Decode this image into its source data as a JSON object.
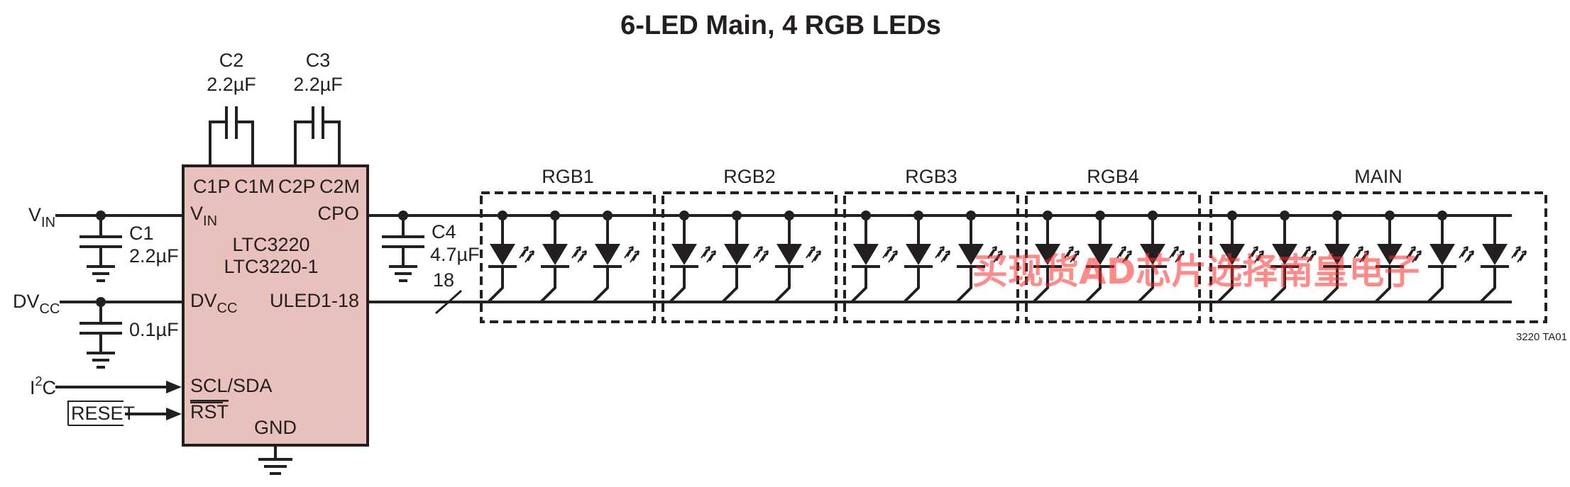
{
  "title": "6-LED Main, 4 RGB LEDs",
  "chip": {
    "name1": "LTC3220",
    "name2": "LTC3220-1",
    "pins": {
      "c1p": "C1P",
      "c1m": "C1M",
      "c2p": "C2P",
      "c2m": "C2M",
      "vin": "V",
      "vin_sub": "IN",
      "dvcc": "DV",
      "dvcc_sub": "CC",
      "scl": "SCL/SDA",
      "rst": "RST",
      "cpo": "CPO",
      "uled": "ULED1-18",
      "gnd": "GND"
    },
    "fill": "#e8c1bc"
  },
  "inputs": {
    "vin": "V",
    "vin_sub": "IN",
    "dvcc": "DV",
    "dvcc_sub": "CC",
    "i2c_a": "I",
    "i2c_sup": "2",
    "i2c_b": "C",
    "reset": "RESET"
  },
  "caps": {
    "c1_name": "C1",
    "c1_val": "2.2µF",
    "c2_name": "C2",
    "c2_val": "2.2µF",
    "c3_name": "C3",
    "c3_val": "2.2µF",
    "c4_name": "C4",
    "c4_val": "4.7µF",
    "dvcc_val": "0.1µF"
  },
  "bus_width": "18",
  "groups": [
    {
      "label": "RGB1",
      "count": 3
    },
    {
      "label": "RGB2",
      "count": 3
    },
    {
      "label": "RGB3",
      "count": 3
    },
    {
      "label": "RGB4",
      "count": 3
    },
    {
      "label": "MAIN",
      "count": 6
    }
  ],
  "figure_id": "3220 TA01",
  "watermark": "买现货AD芯片选择南皇电子"
}
